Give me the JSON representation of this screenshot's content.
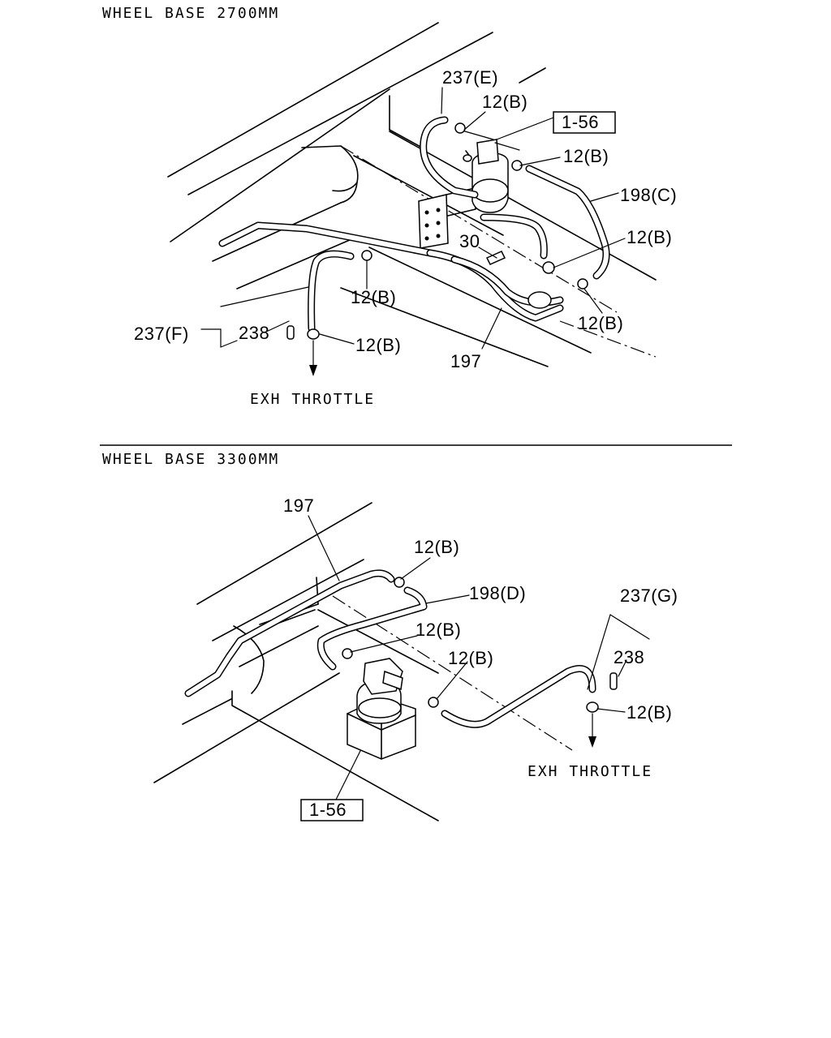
{
  "headings": {
    "section1": "WHEEL BASE 2700MM",
    "section2": "WHEEL BASE 3300MM"
  },
  "section1": {
    "destination": "EXH THROTTLE",
    "callouts": {
      "hose_e": "237(E)",
      "clamp_top": "12(B)",
      "ref_box": "1-56",
      "clamp_right_upper": "12(B)",
      "hose_c": "198(C)",
      "clamp_right_mid": "12(B)",
      "bolt": "30",
      "clamp_center": "12(B)",
      "clamp_right_lower": "12(B)",
      "hose_f": "237(F)",
      "clip": "238",
      "clamp_left_lower": "12(B)",
      "pipe": "197"
    }
  },
  "section2": {
    "destination": "EXH THROTTLE",
    "callouts": {
      "pipe": "197",
      "clamp_top": "12(B)",
      "hose_d": "198(D)",
      "clamp_mid": "12(B)",
      "clamp_right": "12(B)",
      "hose_g": "237(G)",
      "clip": "238",
      "clamp_far_right": "12(B)",
      "ref_box": "1-56"
    }
  }
}
